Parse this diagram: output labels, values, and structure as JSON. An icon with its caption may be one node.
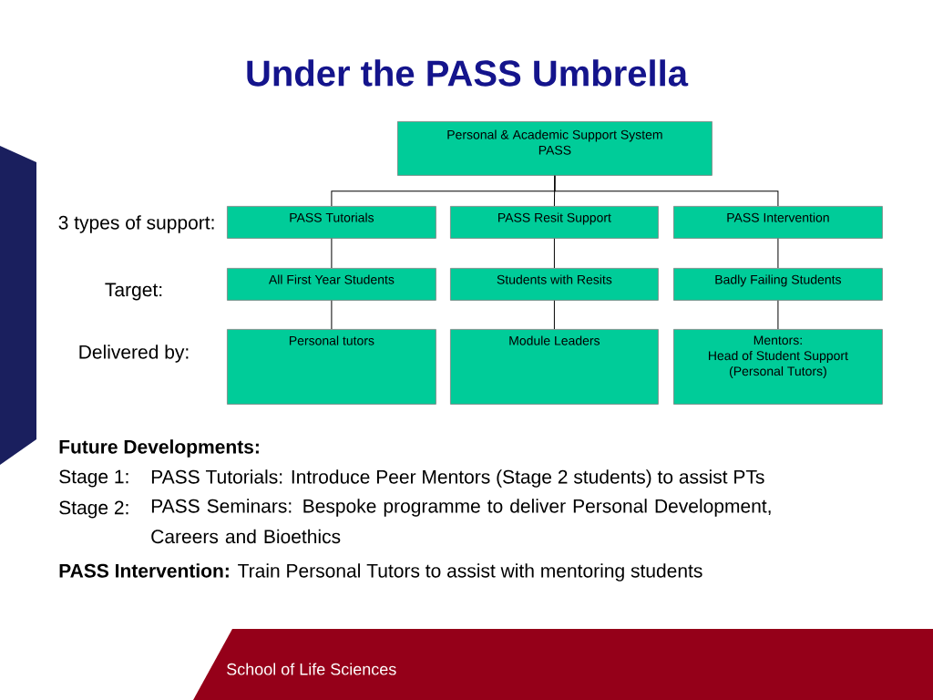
{
  "diagram": {
    "title": "Under the PASS Umbrella",
    "nodes": [
      {
        "text": [
          "Personal & Academic Support System",
          "PASS"
        ]
      },
      {
        "text": [
          "PASS Tutorials"
        ]
      },
      {
        "text": [
          "PASS Resit Support"
        ]
      },
      {
        "text": [
          "PASS Intervention"
        ]
      },
      {
        "text": [
          "All First Year Students"
        ]
      },
      {
        "text": [
          "Students with Resits"
        ]
      },
      {
        "text": [
          "Badly Failing Students"
        ]
      },
      {
        "text": [
          "Personal tutors"
        ]
      },
      {
        "text": [
          "Module Leaders"
        ]
      },
      {
        "text": [
          "Mentors:",
          "Head of Student Support",
          "(Personal Tutors)"
        ]
      }
    ],
    "edges": [
      {
        "from": 0,
        "to": 1,
        "arrow": "none"
      },
      {
        "from": 0,
        "to": 2,
        "arrow": "none"
      },
      {
        "from": 0,
        "to": 3,
        "arrow": "none"
      },
      {
        "from": 1,
        "to": 4,
        "arrow": "none"
      },
      {
        "from": 2,
        "to": 5,
        "arrow": "none"
      },
      {
        "from": 3,
        "to": 6,
        "arrow": "none"
      },
      {
        "from": 4,
        "to": 7,
        "arrow": "none"
      },
      {
        "from": 5,
        "to": 8,
        "arrow": "none"
      },
      {
        "from": 6,
        "to": 9,
        "arrow": "none"
      }
    ],
    "labels": [
      "3 types of support:",
      "Target:",
      "Delivered by:",
      "Future Developments:",
      "Stage 1:",
      "PASS Tutorials: Introduce Peer Mentors (Stage 2 students) to assist PTs",
      "Stage 2:",
      "PASS Seminars:  Bespoke programme to deliver Personal Development, Careers and Bioethics",
      "**PASS Intervention:** Train Personal Tutors to assist with mentoring students",
      "School of Life Sciences"
    ]
  }
}
